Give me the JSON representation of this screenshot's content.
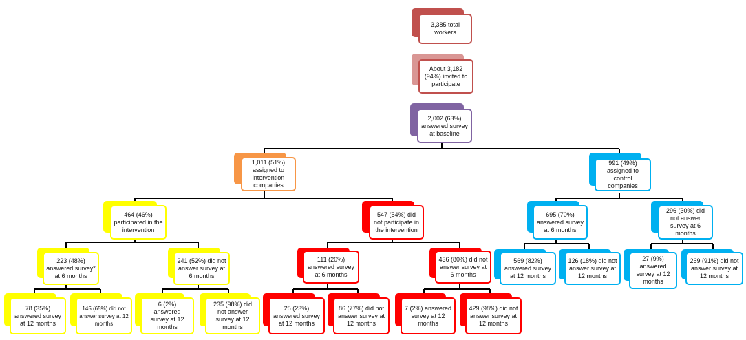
{
  "colors": {
    "red_dark": "#c0504d",
    "red_light": "#d99694",
    "purple": "#8064a2",
    "orange": "#f79646",
    "yellow": "#ffff00",
    "bright_red": "#ff0000",
    "blue": "#00b0f0"
  },
  "nodes": {
    "total": "3,385 total workers",
    "invited": "About 3,182 (94%) invited to participate",
    "baseline": "2,002 (63%) answered survey at baseline",
    "intervention": "1,011 (51%) assigned to intervention companies",
    "control": "991 (49%) assigned to control companies",
    "participated": "464 (46%) participated in the intervention",
    "not_participated": "547 (54%) did not participate in the intervention",
    "c6_answered": "695 (70%) answered survey at 6 months",
    "c6_not": "296 (30%) did not answer survey at 6 months",
    "p6_answered": "223 (48%) answered survey* at 6 months",
    "p6_not": "241 (52%) did not answer survey at 6 months",
    "np6_answered": "111 (20%) answered survey at 6 months",
    "np6_not": "436 (80%)  did not answer survey at 6 months",
    "c12_a": "569 (82%) answered survey at 12 months",
    "c12_b": "126 (18%) did not answer survey at 12 months",
    "c12_c": "27 (9%) answered survey at 12 months",
    "c12_d": "269 (91%) did not answer survey at 12 months",
    "p12_a": "78 (35%) answered survey at 12 months",
    "p12_b": "145 (65%) did not answer survey at 12 months",
    "p12_c": "6 (2%) answered survey at 12 months",
    "p12_d": "235 (98%)  did not answer survey at 12 months",
    "np12_a": "25 (23%) answered survey at 12 months",
    "np12_b": "86 (77%) did not answer survey at 12 months",
    "np12_c": "7 (2%) answered survey at 12 months",
    "np12_d": "429 (98%) did not answer survey at 12 months"
  }
}
